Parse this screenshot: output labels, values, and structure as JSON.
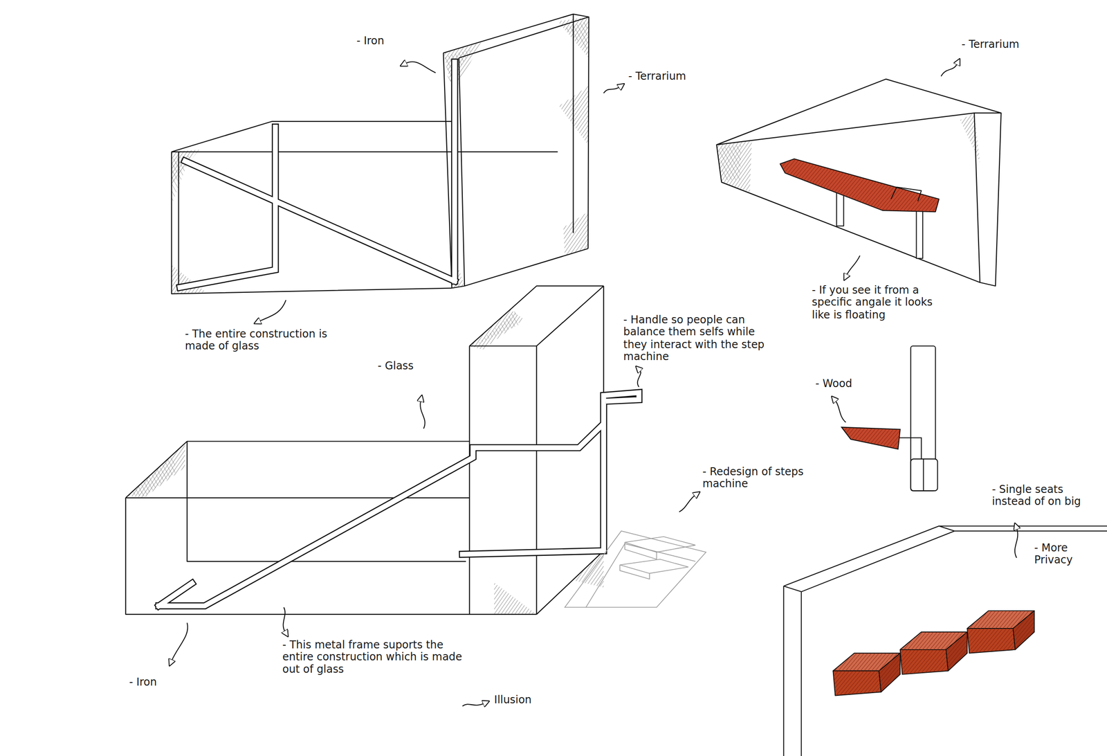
{
  "diagram": {
    "labels": [
      "- Iron",
      "- Terrarium",
      "- Terrarium",
      "- The entire construction is made of glass",
      "- Handle so people can balance them selfs while they interact with the step machine",
      "- Glass",
      "- If you see it from a specific angale it looks like is floating",
      "- Wood",
      "- Redesign of steps machine",
      "- Single seats instead of on big",
      "- More Privacy",
      "- Iron",
      "- This metal frame suports the entire construction which is made out of glass",
      "Illusion"
    ]
  }
}
